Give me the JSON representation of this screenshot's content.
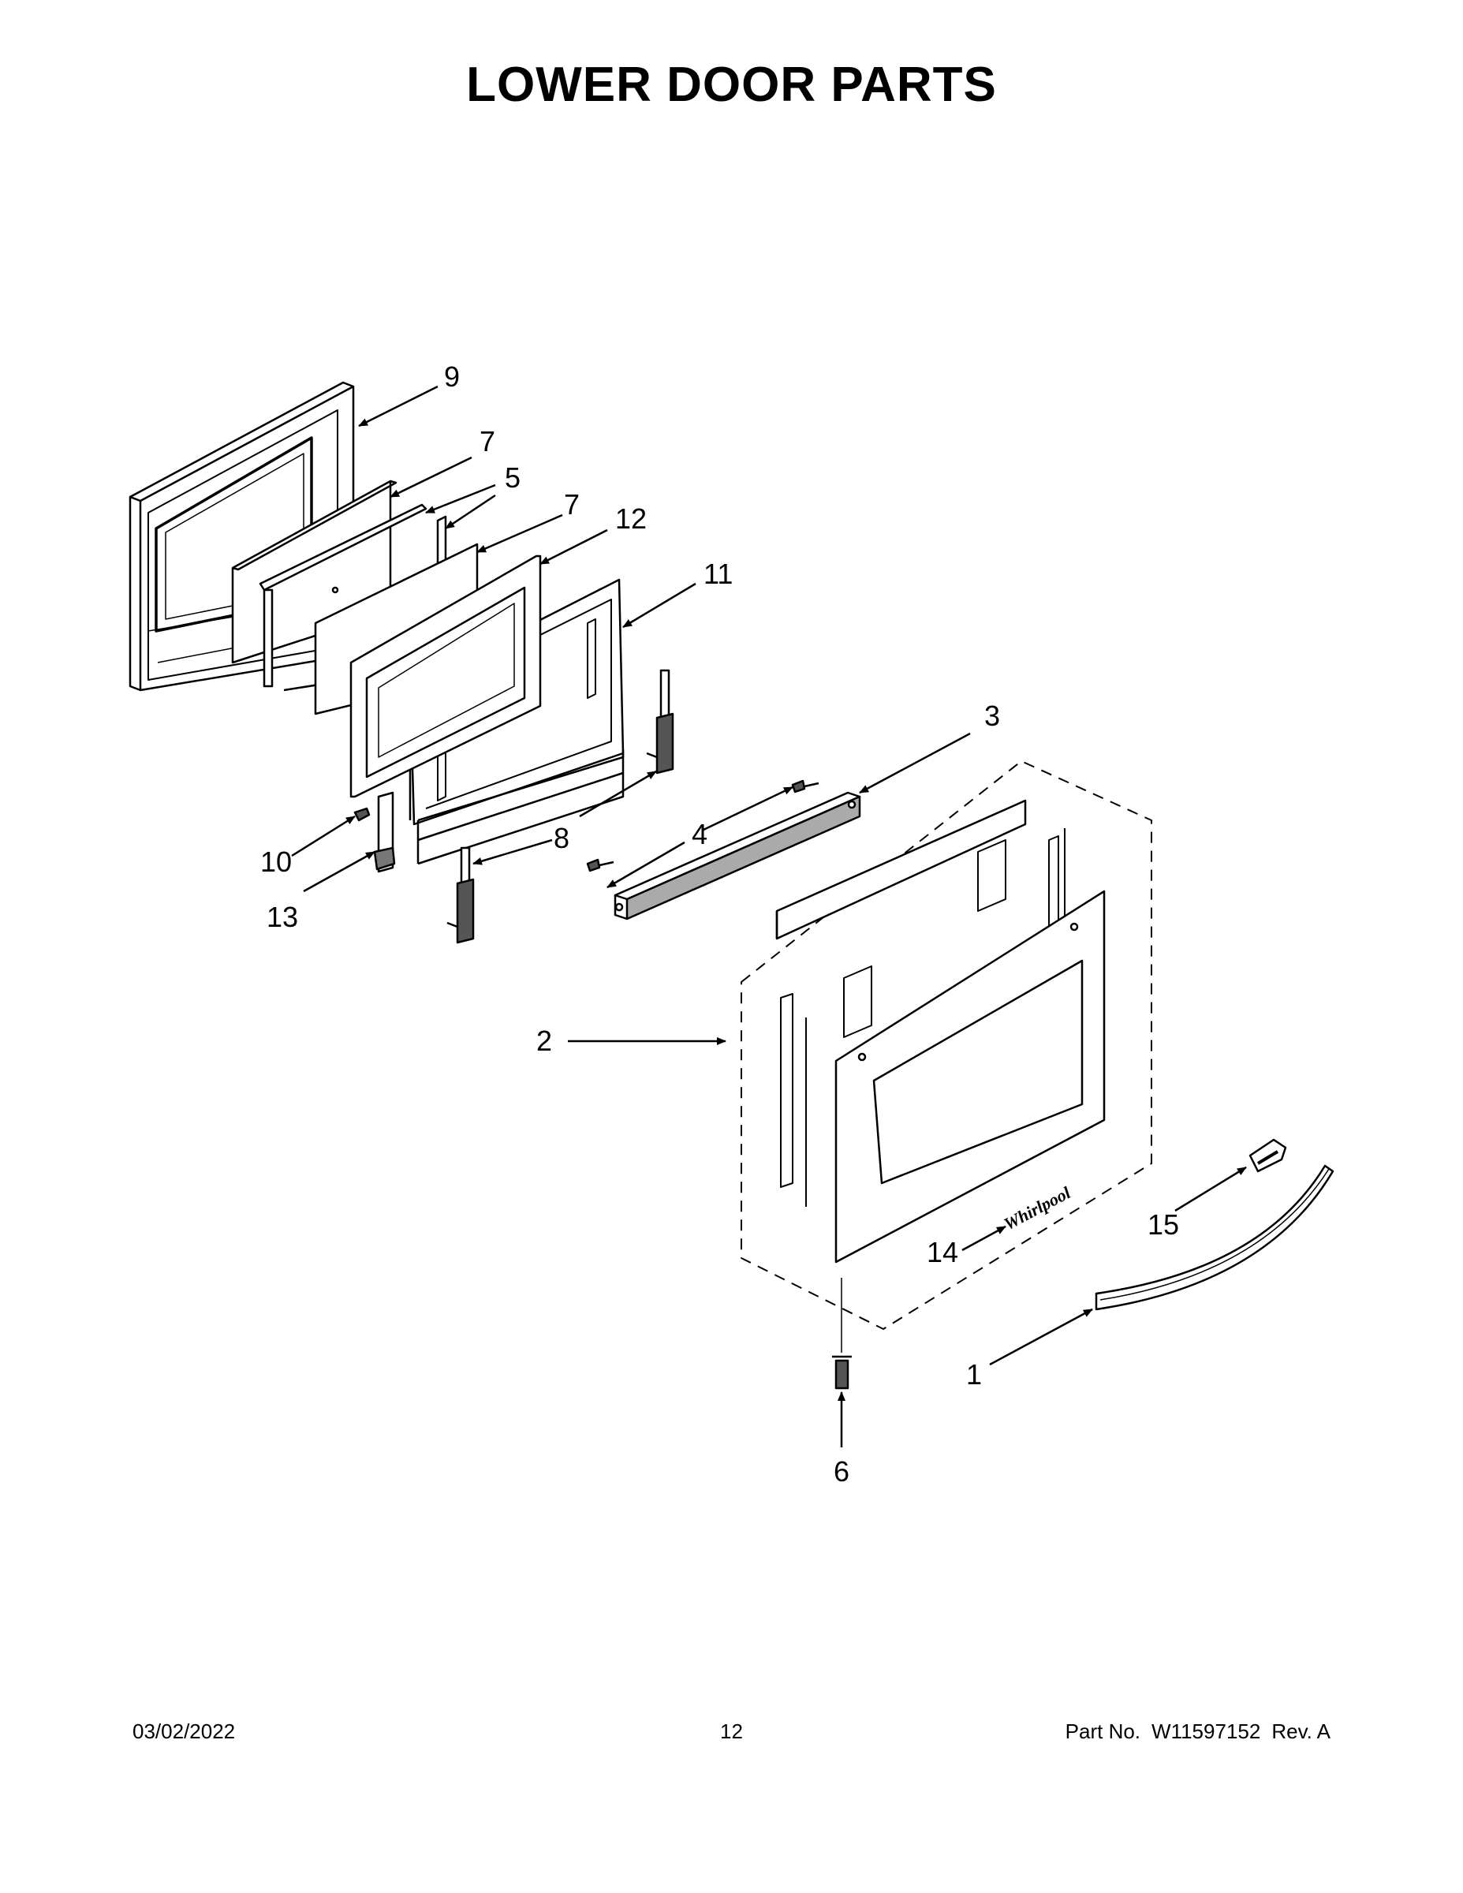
{
  "title": "LOWER DOOR PARTS",
  "callouts": {
    "c9": "9",
    "c7a": "7",
    "c5": "5",
    "c7b": "7",
    "c12": "12",
    "c11": "11",
    "c3": "3",
    "c4": "4",
    "c8": "8",
    "c10": "10",
    "c13": "13",
    "c2": "2",
    "c14": "14",
    "c15": "15",
    "c1": "1",
    "c6": "6"
  },
  "logo_text": "Whirlpool",
  "footer": {
    "date": "03/02/2022",
    "page": "12",
    "part_label": "Part No.",
    "part_number": "W11597152",
    "revision": "Rev. A"
  }
}
